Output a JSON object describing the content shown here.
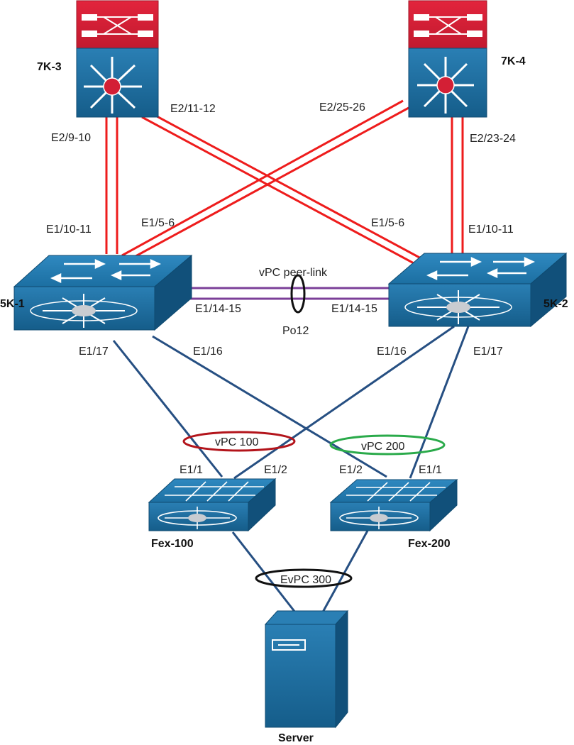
{
  "nodes": {
    "core_left": {
      "name": "7K-3"
    },
    "core_right": {
      "name": "7K-4"
    },
    "access_left": {
      "name": "5K-1"
    },
    "access_right": {
      "name": "5K-2"
    },
    "fex_left": {
      "name": "Fex-100"
    },
    "fex_right": {
      "name": "Fex-200"
    },
    "server": {
      "name": "Server"
    }
  },
  "ports": {
    "core_left_down": "E2/9-10",
    "core_left_cross": "E2/11-12",
    "core_right_cross": "E2/25-26",
    "core_right_down": "E2/23-24",
    "access_left_up": "E1/10-11",
    "access_left_cross_up": "E1/5-6",
    "access_right_cross_up": "E1/5-6",
    "access_right_up": "E1/10-11",
    "peer_left": "E1/14-15",
    "peer_right": "E1/14-15",
    "access_left_17": "E1/17",
    "access_left_16": "E1/16",
    "access_right_16": "E1/16",
    "access_right_17": "E1/17",
    "fex_left_e11": "E1/1",
    "fex_left_e12": "E1/2",
    "fex_right_e12": "E1/2",
    "fex_right_e11": "E1/1"
  },
  "bundles": {
    "peer_link": "vPC peer-link",
    "port_channel": "Po12",
    "vpc100": "vPC 100",
    "vpc200": "vPC 200",
    "evpc300": "EvPC 300"
  },
  "colors": {
    "uplink": "#ee1c1c",
    "peer_link": "#7b3f98",
    "downlink": "#264f82",
    "vpc100_ring": "#b3141b",
    "vpc200_ring": "#2aaa4a",
    "evpc_ring": "#111111",
    "device_blue": "#1c6a9c",
    "device_red": "#d31f35"
  }
}
